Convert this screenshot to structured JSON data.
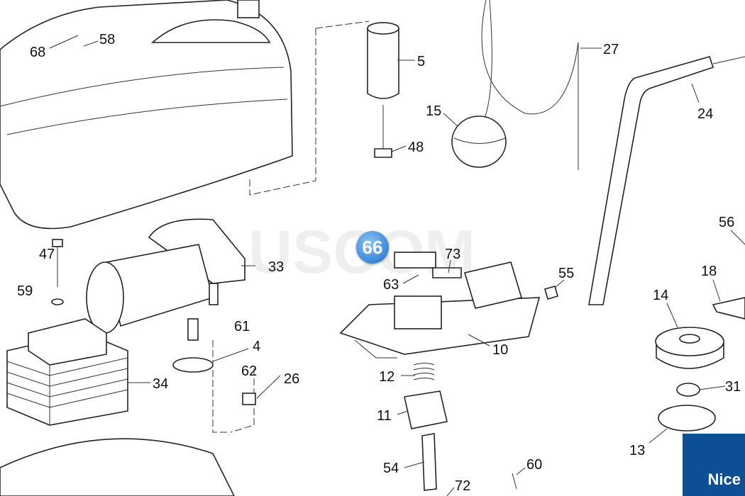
{
  "watermark": "PLUSCOM",
  "brand_logo": "Nice",
  "highlighted_part": "66",
  "colors": {
    "brand": "#0d4f94",
    "highlight": "#3a86d8"
  },
  "labels": {
    "p68": "68",
    "p58": "58",
    "p5": "5",
    "p27": "27",
    "p24": "24",
    "p15": "15",
    "p48": "48",
    "p47": "47",
    "p33": "33",
    "p59": "59",
    "p73": "73",
    "p63": "63",
    "p55": "55",
    "p56": "56",
    "p18": "18",
    "p14": "14",
    "p61": "61",
    "p4": "4",
    "p62": "62",
    "p26": "26",
    "p34": "34",
    "p12": "12",
    "p10": "10",
    "p11": "11",
    "p31": "31",
    "p13": "13",
    "p54": "54",
    "p60": "60",
    "p72": "72"
  }
}
